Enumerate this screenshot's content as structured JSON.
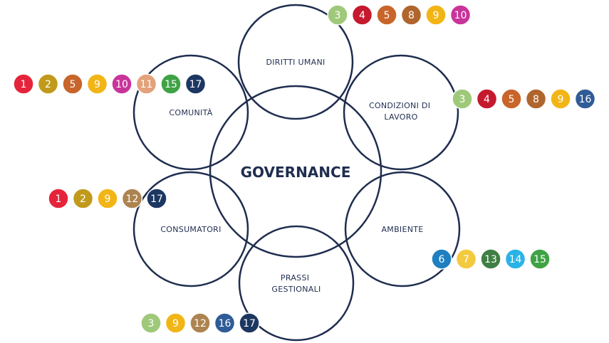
{
  "center": {
    "label": "GOVERNANCE"
  },
  "topics": [
    {
      "id": "diritti-umani",
      "lines": [
        "DIRITTI UMANI"
      ],
      "badges": [
        "3",
        "4",
        "5",
        "8",
        "9",
        "10"
      ]
    },
    {
      "id": "condizioni-di-lavoro",
      "lines": [
        "CONDIZIONI DI",
        "LAVORO"
      ],
      "badges": [
        "3",
        "4",
        "5",
        "8",
        "9",
        "16"
      ]
    },
    {
      "id": "ambiente",
      "lines": [
        "AMBIENTE"
      ],
      "badges": [
        "6",
        "7",
        "13",
        "14",
        "15"
      ]
    },
    {
      "id": "prassi-gestionali",
      "lines": [
        "PRASSI",
        "GESTIONALI"
      ],
      "badges": [
        "3",
        "9",
        "12",
        "16",
        "17"
      ]
    },
    {
      "id": "consumatori",
      "lines": [
        "CONSUMATORI"
      ],
      "badges": [
        "1",
        "2",
        "9",
        "12",
        "17"
      ]
    },
    {
      "id": "comunita",
      "lines": [
        "COMUNITÀ"
      ],
      "badges": [
        "1",
        "2",
        "5",
        "9",
        "10",
        "11",
        "15",
        "17"
      ]
    }
  ],
  "badge_colors": {
    "1": "#e5243b",
    "2": "#c19a1c",
    "3": "#9fc97a",
    "4": "#c5192d",
    "5": "#c8652a",
    "6": "#1e7fc1",
    "7": "#f3c93e",
    "8": "#b0652c",
    "9": "#f2b516",
    "10": "#c9349b",
    "11": "#e3a27c",
    "12": "#ad8450",
    "13": "#3f7e44",
    "14": "#2ab3e6",
    "15": "#3fa345",
    "16": "#2f5c96",
    "17": "#1c3761"
  }
}
